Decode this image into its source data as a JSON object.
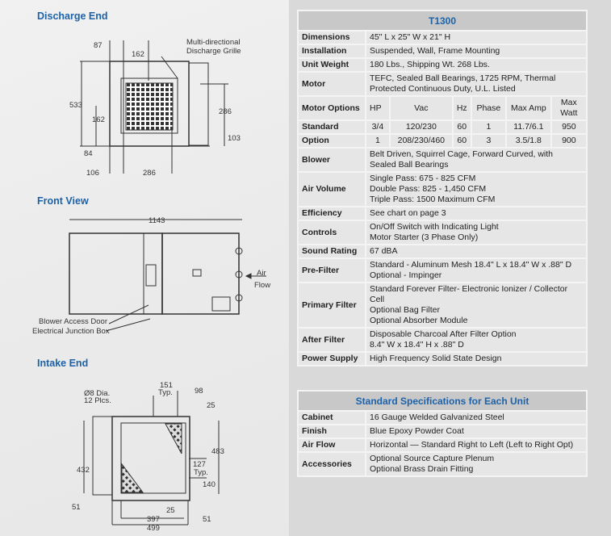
{
  "views": {
    "discharge": {
      "title": "Discharge End",
      "labels": {
        "d87": "87",
        "d162a": "162",
        "grille1": "Multi-directional",
        "grille2": "Discharge Grille",
        "d533": "533",
        "d286v": "286",
        "d162b": "162",
        "d103": "103",
        "d84": "84",
        "d106": "106",
        "d286h": "286"
      }
    },
    "front": {
      "title": "Front View",
      "labels": {
        "d1143": "1143",
        "air1": "Air",
        "air2": "Flow",
        "door": "Blower Access Door",
        "junction": "Electrical Junction Box"
      }
    },
    "intake": {
      "title": "Intake End",
      "labels": {
        "dia1": "Ø8 Dia.",
        "dia2": "12 Plcs.",
        "d151": "151",
        "typ1": "Typ.",
        "d98": "98",
        "d25a": "25",
        "d483": "483",
        "d432": "432",
        "d127": "127",
        "typ2": "Typ.",
        "d140": "140",
        "d51a": "51",
        "d25b": "25",
        "d397": "397",
        "d51b": "51",
        "d499": "499"
      }
    }
  },
  "spec": {
    "title": "T1300",
    "rows": [
      {
        "label": "Dimensions",
        "value": "45\" L x 25\" W x 21\" H"
      },
      {
        "label": "Installation",
        "value": "Suspended, Wall, Frame Mounting"
      },
      {
        "label": "Unit Weight",
        "value": "180 Lbs., Shipping Wt. 268 Lbs."
      },
      {
        "label": "Motor",
        "value": "TEFC, Sealed Ball Bearings, 1725 RPM, Thermal Protected Continuous Duty, U.L. Listed"
      }
    ],
    "motor_options": {
      "label": "Motor Options",
      "headers": [
        "HP",
        "Vac",
        "Hz",
        "Phase",
        "Max Amp",
        "Max Watt"
      ],
      "rows": [
        {
          "label": "Standard",
          "cells": [
            "3/4",
            "120/230",
            "60",
            "1",
            "11.7/6.1",
            "950"
          ]
        },
        {
          "label": "Option",
          "cells": [
            "1",
            "208/230/460",
            "60",
            "3",
            "3.5/1.8",
            "900"
          ]
        }
      ]
    },
    "rows2": [
      {
        "label": "Blower",
        "lines": [
          "Belt Driven, Squirrel Cage, Forward Curved, with",
          "Sealed Ball Bearings"
        ]
      },
      {
        "label": "Air Volume",
        "lines": [
          "Single Pass: 675 - 825 CFM",
          "Double Pass: 825 - 1,450 CFM",
          "Triple Pass: 1500 Maximum CFM"
        ]
      },
      {
        "label": "Efficiency",
        "lines": [
          "See chart on page 3"
        ]
      },
      {
        "label": "Controls",
        "lines": [
          "On/Off Switch with Indicating Light",
          "Motor Starter (3 Phase Only)"
        ]
      },
      {
        "label": "Sound Rating",
        "lines": [
          "67 dBA"
        ]
      },
      {
        "label": "Pre-Filter",
        "lines": [
          "Standard - Aluminum Mesh 18.4\" L x 18.4\" W x .88\" D",
          "Optional - Impinger"
        ]
      },
      {
        "label": "Primary Filter",
        "lines": [
          "Standard Forever Filter- Electronic Ionizer / Collector Cell",
          "Optional Bag Filter",
          "Optional Absorber Module"
        ]
      },
      {
        "label": "After Filter",
        "lines": [
          "Disposable Charcoal After Filter Option",
          "8.4\" W x 18.4\" H x .88\" D"
        ]
      },
      {
        "label": "Power Supply",
        "lines": [
          "High Frequency Solid State Design"
        ]
      }
    ]
  },
  "standard": {
    "title": "Standard Specifications for Each Unit",
    "rows": [
      {
        "label": "Cabinet",
        "lines": [
          "16 Gauge Welded Galvanized Steel"
        ]
      },
      {
        "label": "Finish",
        "lines": [
          "Blue Epoxy Powder Coat"
        ]
      },
      {
        "label": "Air Flow",
        "lines": [
          "Horizontal — Standard Right to Left (Left to Right Opt)"
        ]
      },
      {
        "label": "Accessories",
        "lines": [
          "Optional Source Capture Plenum",
          "Optional Brass Drain Fitting"
        ]
      }
    ]
  }
}
